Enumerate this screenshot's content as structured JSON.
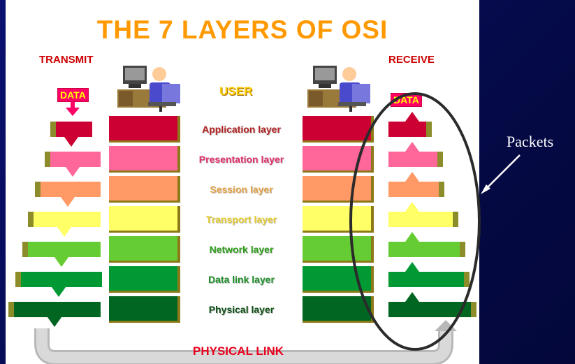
{
  "title": "THE 7 LAYERS OF OSI",
  "transmit_label": "TRANSMIT",
  "receive_label": "RECEIVE",
  "data_label": "DATA",
  "user_label": "USER",
  "packets_label": "Packets",
  "physical_link_label": "PHYSICAL LINK",
  "layers": [
    {
      "label": "Application layer",
      "color": "#cc0033",
      "text_color": "#b22222"
    },
    {
      "label": "Presentation layer",
      "color": "#ff6699",
      "text_color": "#e0306a"
    },
    {
      "label": "Session layer",
      "color": "#ff9966",
      "text_color": "#e6a54a"
    },
    {
      "label": "Transport layer",
      "color": "#ffff66",
      "text_color": "#e6cc33"
    },
    {
      "label": "Network layer",
      "color": "#66cc33",
      "text_color": "#2e9e1a"
    },
    {
      "label": "Data link layer",
      "color": "#009933",
      "text_color": "#1f8f2a"
    },
    {
      "label": "Physical layer",
      "color": "#006622",
      "text_color": "#0b4d12"
    }
  ]
}
